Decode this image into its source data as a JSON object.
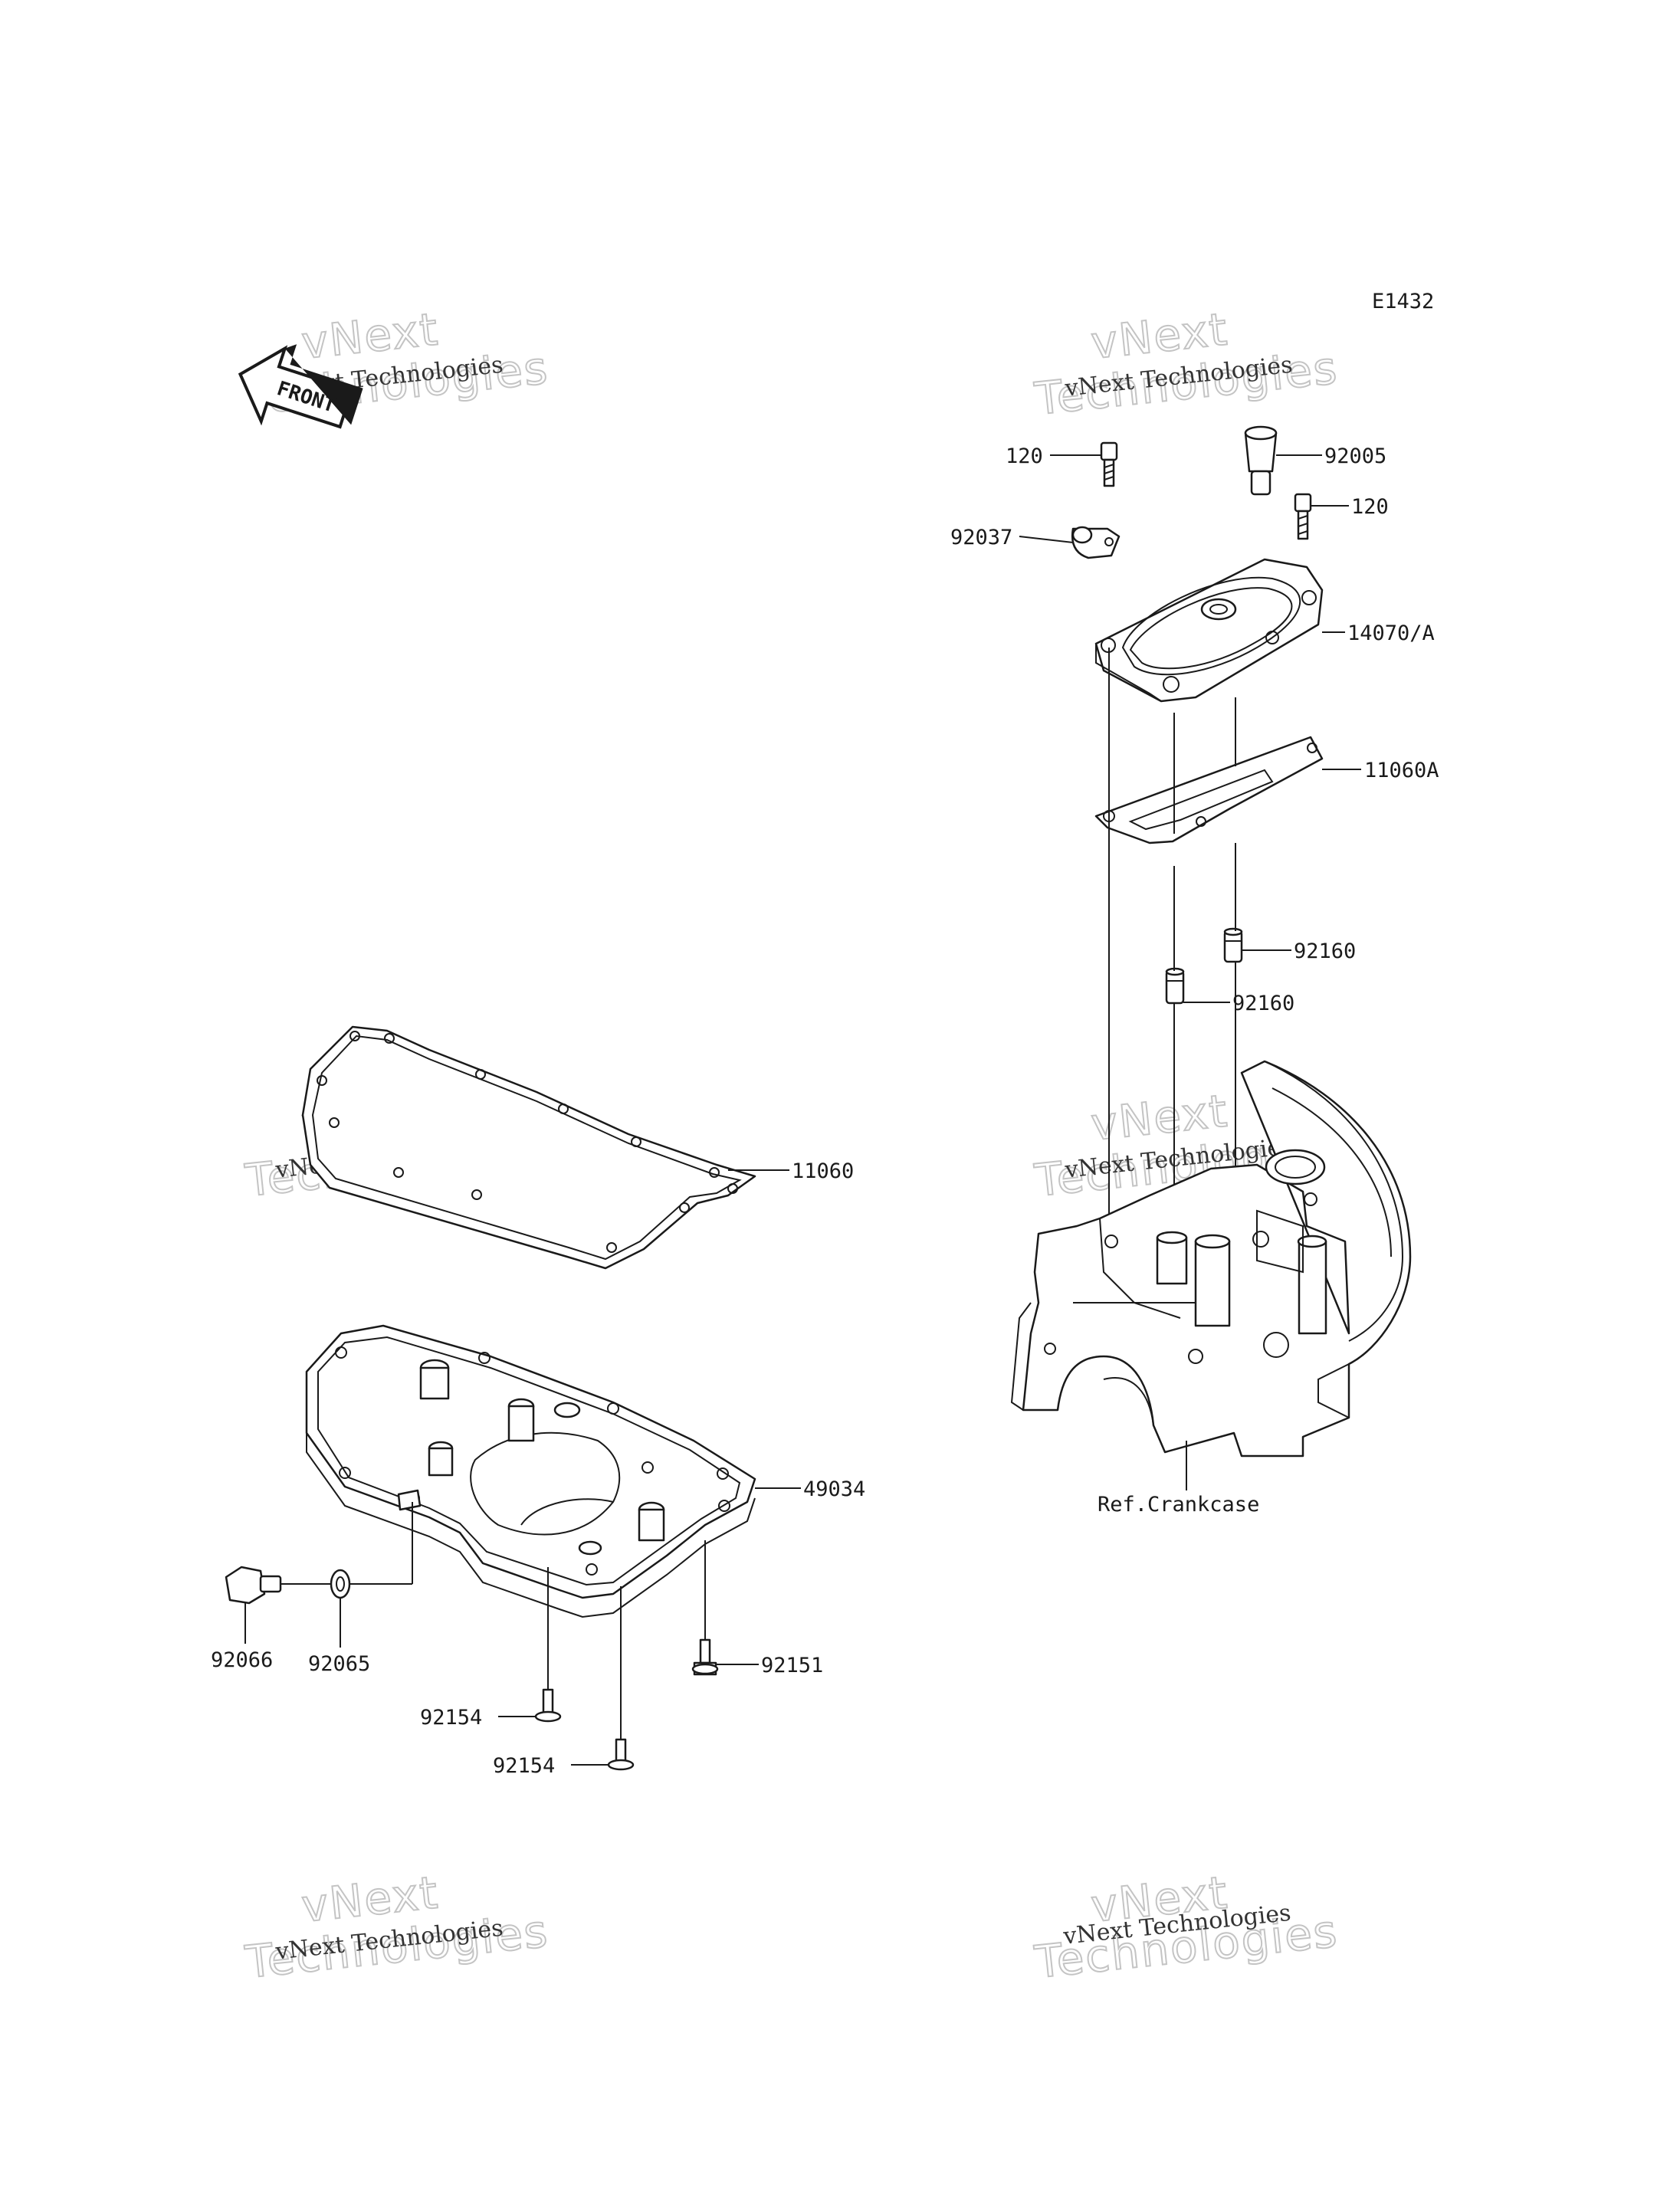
{
  "diagram_code": "E1432",
  "front_arrow_label": "FRONT",
  "watermark": {
    "line1": "vNext Technologies",
    "line2a": "vNext",
    "line2b": "Technologies"
  },
  "callouts": {
    "bolt_cover_left": "120",
    "breather_pipe": "92005",
    "bolt_cover_right": "120",
    "clamp": "92037",
    "cover_assy": "14070/A",
    "cover_gasket": "11060A",
    "dowel_right": "92160",
    "dowel_left": "92160",
    "oil_pan_gasket": "11060",
    "oil_pan": "49034",
    "drain_plug": "92066",
    "drain_washer": "92065",
    "pan_bolt_right": "92151",
    "pan_bolt_left": "92154",
    "pan_bolt_lower": "92154",
    "ref_crankcase": "Ref.Crankcase"
  }
}
